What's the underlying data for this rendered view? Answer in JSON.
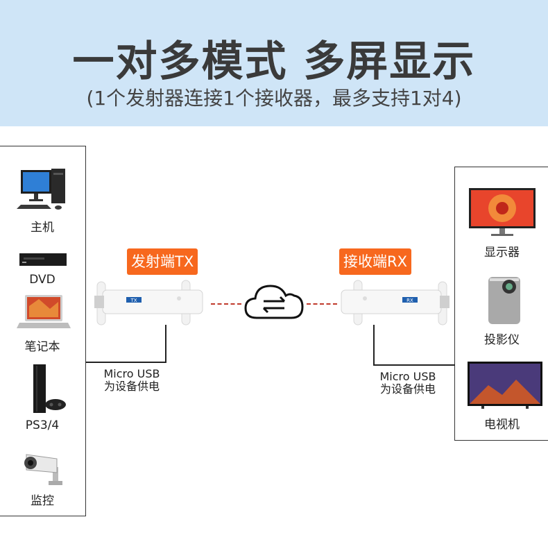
{
  "header": {
    "title": "一对多模式 多屏显示",
    "subtitle": "(1个发射器连接1个接收器，最多支持1对4)"
  },
  "sources": [
    {
      "label": "主机",
      "icon": "desktop-computer-icon"
    },
    {
      "label": "DVD",
      "icon": "dvd-player-icon"
    },
    {
      "label": "笔记本",
      "icon": "laptop-icon"
    },
    {
      "label": "PS3/4",
      "icon": "game-console-icon"
    },
    {
      "label": "监控",
      "icon": "security-camera-icon"
    }
  ],
  "displays": [
    {
      "label": "显示器",
      "icon": "monitor-icon"
    },
    {
      "label": "投影仪",
      "icon": "projector-icon"
    },
    {
      "label": "电视机",
      "icon": "tv-icon"
    }
  ],
  "transmitter": {
    "badge": "发射端TX",
    "tag": "TX",
    "power_note_line1": "Micro USB",
    "power_note_line2": "为设备供电"
  },
  "receiver": {
    "badge": "接收端RX",
    "tag": "RX",
    "power_note_line1": "Micro USB",
    "power_note_line2": "为设备供电"
  },
  "cloud_icon": "wireless-exchange-cloud-icon",
  "colors": {
    "header_bg": "#cfe5f7",
    "badge_orange": "#f7681e",
    "link_dash": "#c0392b"
  }
}
